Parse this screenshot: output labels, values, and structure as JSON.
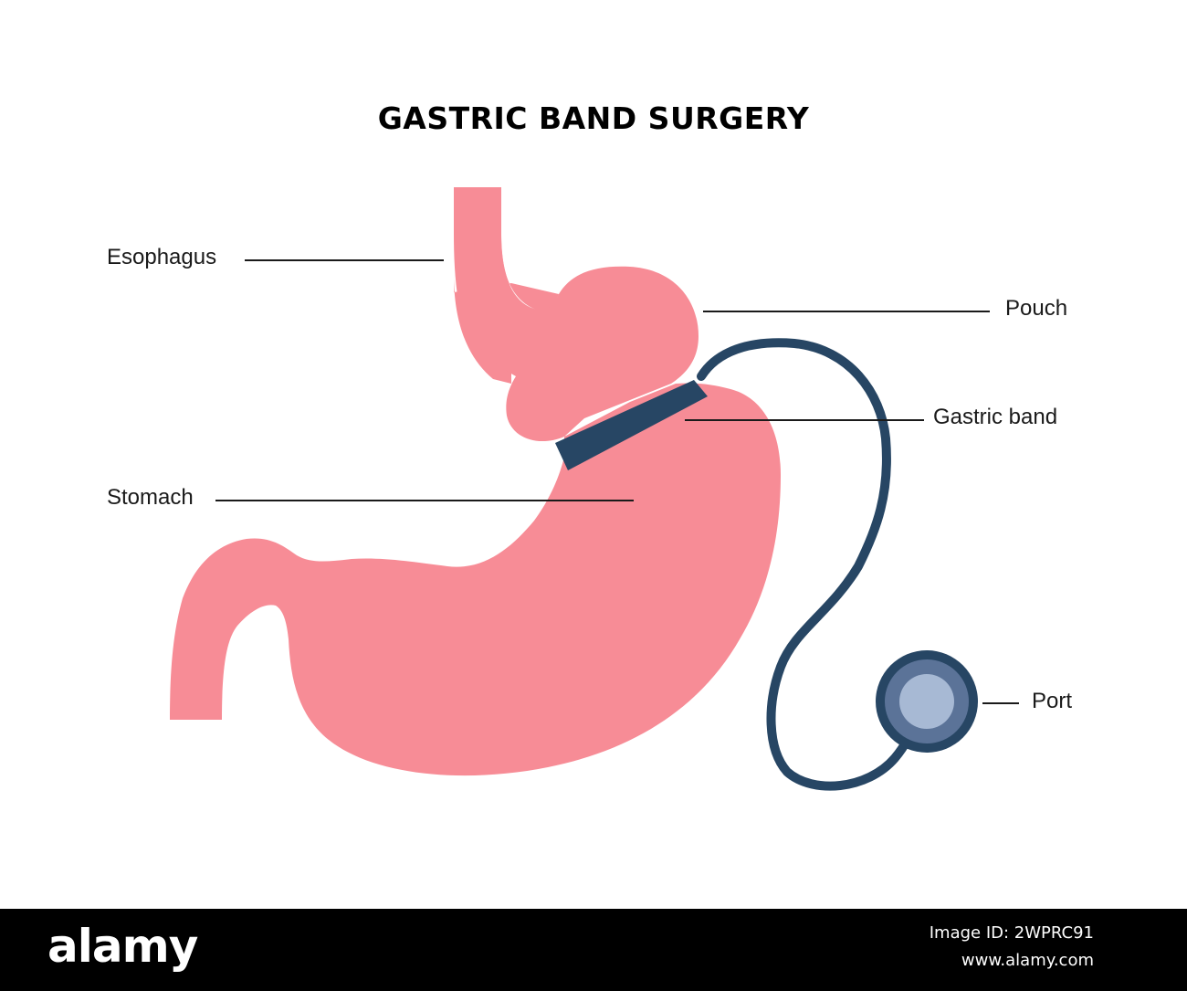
{
  "title": "GASTRIC BAND SURGERY",
  "labels": {
    "esophagus": "Esophagus",
    "pouch": "Pouch",
    "gastric_band": "Gastric band",
    "stomach": "Stomach",
    "port": "Port"
  },
  "colors": {
    "stomach": "#f78c96",
    "band": "#274664",
    "port_outer": "#274664",
    "port_mid": "#5b7398",
    "port_inner": "#a7b9d4",
    "leader_line": "#1a1a1a"
  },
  "footer": {
    "logo": "alamy",
    "image_id": "Image ID: 2WPRC91",
    "url": "www.alamy.com"
  }
}
